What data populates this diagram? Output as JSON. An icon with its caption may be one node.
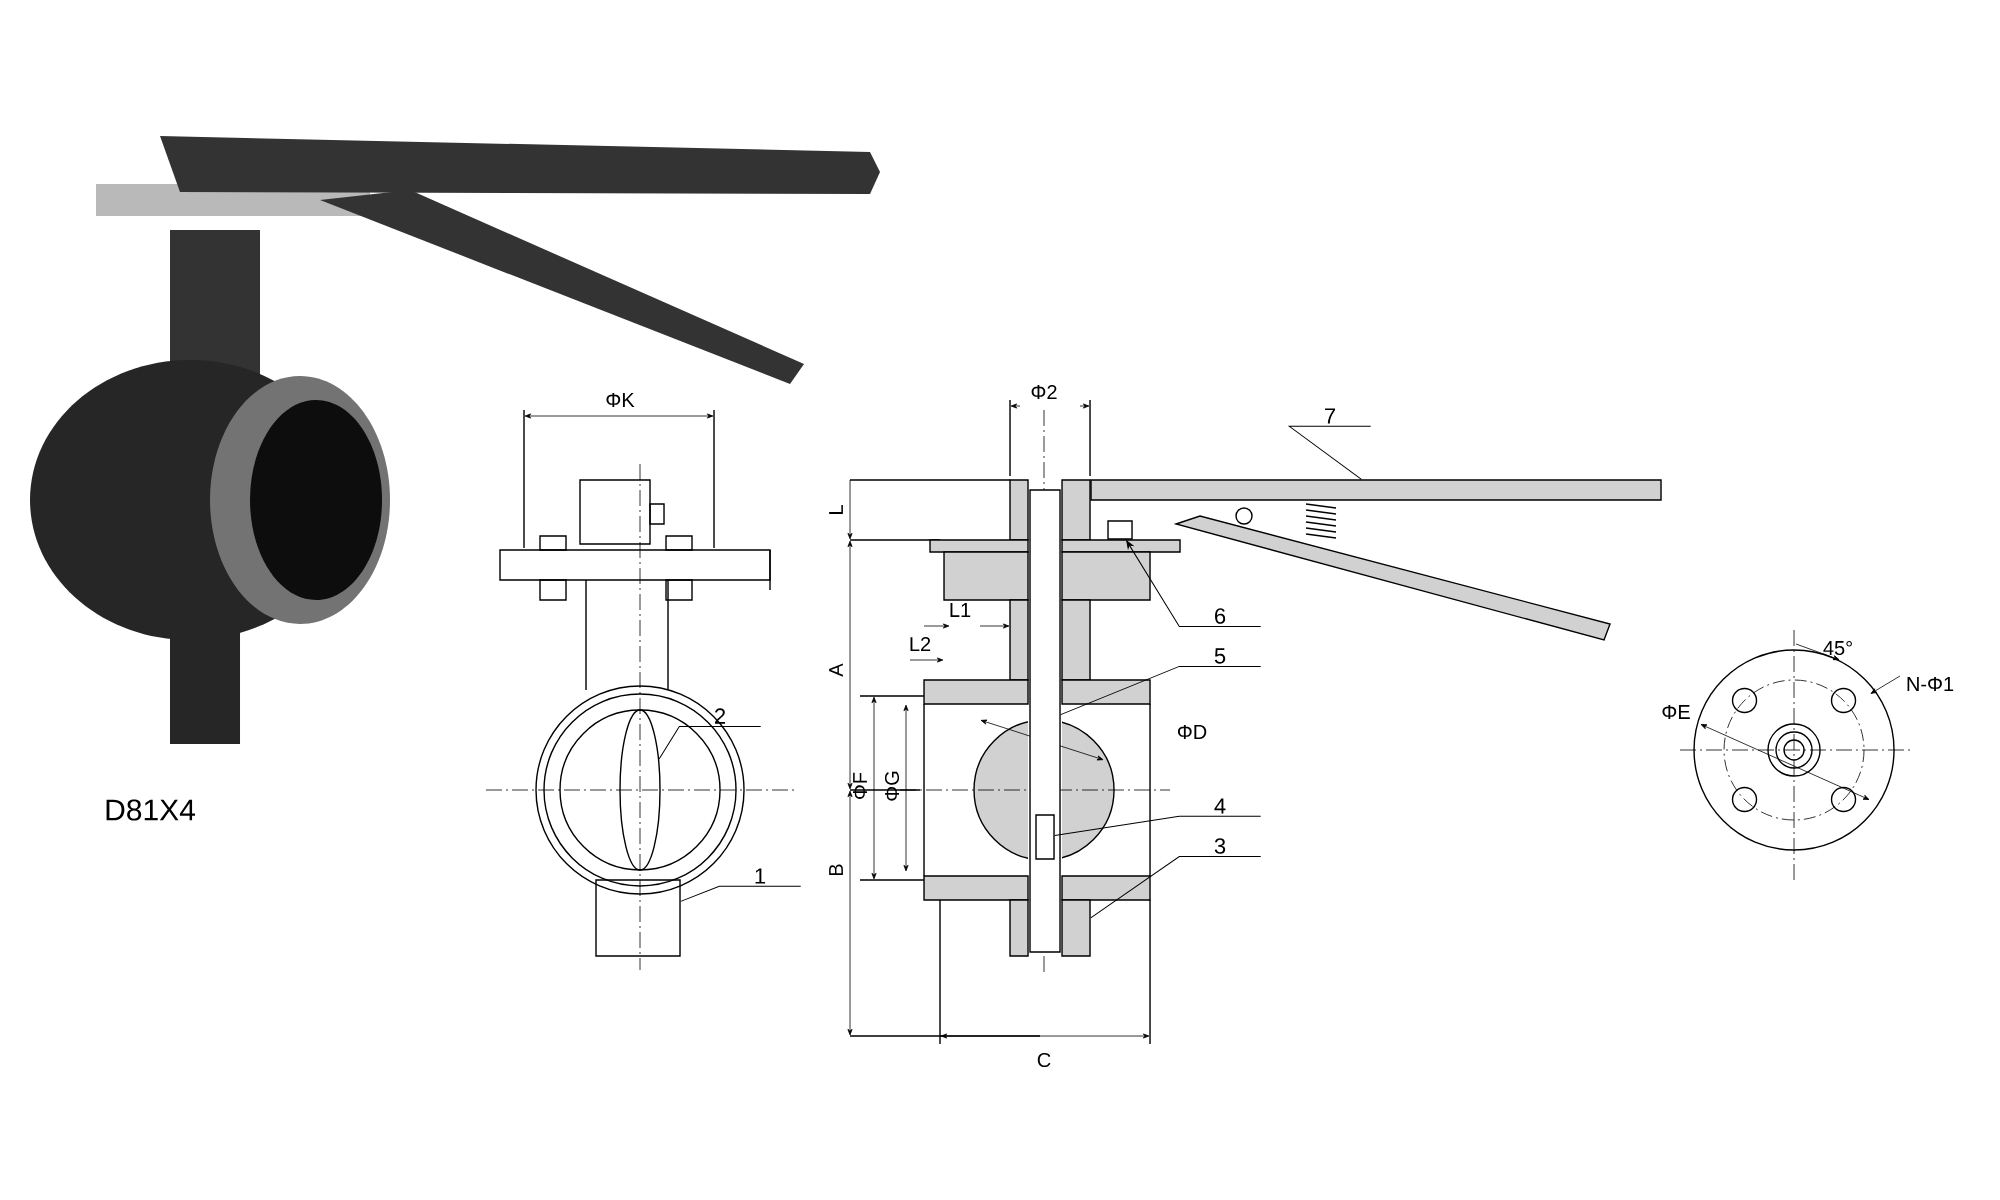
{
  "diagram": {
    "nodes": [
      {
        "text": [
          "2"
        ]
      },
      {
        "text": [
          "1"
        ]
      },
      {
        "text": [
          "7"
        ]
      },
      {
        "text": [
          "6"
        ]
      },
      {
        "text": [
          "5"
        ]
      },
      {
        "text": [
          "4"
        ]
      },
      {
        "text": [
          "3"
        ]
      },
      {
        "text": [],
        "shape": "box"
      },
      {
        "text": [],
        "shape": "ellipse"
      },
      {
        "text": [],
        "shape": "bar"
      },
      {
        "text": [],
        "shape": "box"
      },
      {
        "text": [],
        "shape": "bar"
      },
      {
        "text": [],
        "shape": "box",
        "in": 11
      },
      {
        "text": [],
        "shape": "box"
      }
    ],
    "edges": [
      {
        "from": 0,
        "to": 8,
        "arrow": "none"
      },
      {
        "from": 1,
        "to": 7,
        "arrow": "none"
      },
      {
        "from": 2,
        "to": 9,
        "arrow": "none"
      },
      {
        "from": 3,
        "to": 10,
        "arrow": "to"
      },
      {
        "from": 4,
        "to": 11,
        "arrow": "none"
      },
      {
        "from": 5,
        "to": 12,
        "arrow": "none"
      },
      {
        "from": 6,
        "to": 13,
        "arrow": "none"
      }
    ],
    "labels": [
      "Φ2",
      "ΦK",
      "L",
      "L1",
      "45°",
      "L2",
      "N-Φ1",
      "A",
      "ΦE",
      "ΦD",
      "ΦF",
      "ΦG",
      "D81X4",
      "B",
      "C"
    ]
  }
}
